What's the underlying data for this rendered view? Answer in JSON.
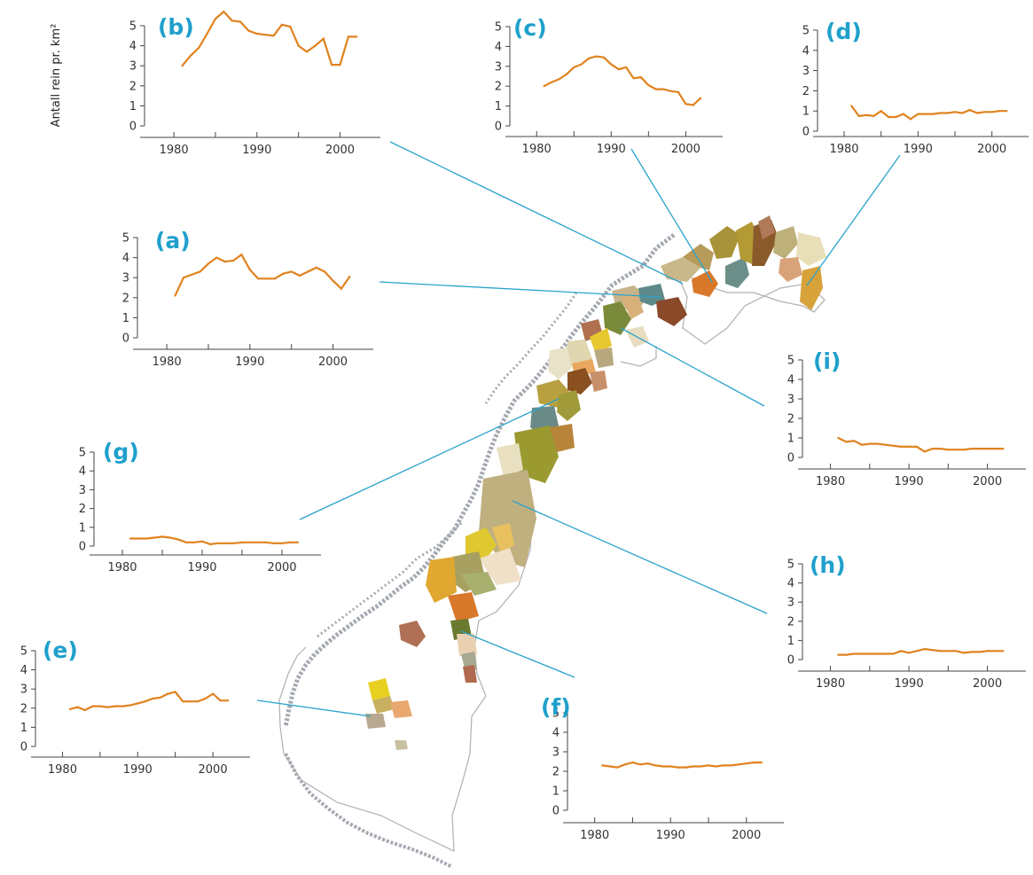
{
  "colors": {
    "line": "#e0821e",
    "label": "#1fa0cc",
    "leader": "#2aa3cc",
    "coast": "#a4a8b0",
    "border": "#b0b0b0"
  },
  "chart_data": [
    {
      "id": "a",
      "label": "(a)",
      "type": "line",
      "ylabel": "",
      "xlim": [
        1977,
        2004
      ],
      "ylim": [
        0,
        5
      ],
      "xticks": [
        1980,
        1990,
        2000
      ],
      "yticks": [
        0,
        1,
        2,
        3,
        4,
        5
      ],
      "x": [
        1981,
        1982,
        1984,
        1985,
        1986,
        1987,
        1988,
        1989,
        1990,
        1991,
        1993,
        1994,
        1995,
        1996,
        1997,
        1998,
        1999,
        2000,
        2001,
        2002
      ],
      "y": [
        2.1,
        3.0,
        3.3,
        3.7,
        4.0,
        3.8,
        3.85,
        4.15,
        3.4,
        2.95,
        2.95,
        3.2,
        3.3,
        3.1,
        3.3,
        3.5,
        3.3,
        2.85,
        2.45,
        3.05
      ]
    },
    {
      "id": "b",
      "label": "(b)",
      "type": "line",
      "ylabel": "Antall rein pr. km²",
      "xlim": [
        1977,
        2004
      ],
      "ylim": [
        0,
        5
      ],
      "xticks": [
        1980,
        1990,
        2000
      ],
      "yticks": [
        0,
        1,
        2,
        3,
        4,
        5
      ],
      "x": [
        1981,
        1982,
        1983,
        1984,
        1985,
        1986,
        1987,
        1988,
        1989,
        1990,
        1991,
        1992,
        1993,
        1994,
        1995,
        1996,
        1997,
        1998,
        1999,
        2000,
        2001,
        2002
      ],
      "y": [
        3.0,
        3.5,
        3.9,
        4.6,
        5.35,
        5.7,
        5.25,
        5.2,
        4.75,
        4.6,
        4.55,
        4.5,
        5.05,
        4.95,
        4.0,
        3.7,
        4.0,
        4.35,
        3.05,
        3.05,
        4.45,
        4.45
      ]
    },
    {
      "id": "c",
      "label": "(c)",
      "type": "line",
      "ylabel": "",
      "xlim": [
        1977,
        2004
      ],
      "ylim": [
        0,
        5
      ],
      "xticks": [
        1980,
        1990,
        2000
      ],
      "yticks": [
        0,
        1,
        2,
        3,
        4,
        5
      ],
      "x": [
        1981,
        1982,
        1983,
        1984,
        1985,
        1986,
        1987,
        1988,
        1989,
        1990,
        1991,
        1992,
        1993,
        1994,
        1995,
        1996,
        1997,
        1998,
        1999,
        2000,
        2001,
        2002
      ],
      "y": [
        2.0,
        2.2,
        2.35,
        2.6,
        2.95,
        3.1,
        3.4,
        3.5,
        3.45,
        3.1,
        2.85,
        2.95,
        2.4,
        2.45,
        2.05,
        1.85,
        1.85,
        1.75,
        1.7,
        1.1,
        1.05,
        1.4
      ]
    },
    {
      "id": "d",
      "label": "(d)",
      "type": "line",
      "ylabel": "",
      "xlim": [
        1977,
        2004
      ],
      "ylim": [
        0,
        5
      ],
      "xticks": [
        1980,
        1990,
        2000
      ],
      "yticks": [
        0,
        1,
        2,
        3,
        4,
        5
      ],
      "x": [
        1981,
        1982,
        1983,
        1984,
        1985,
        1986,
        1987,
        1988,
        1989,
        1990,
        1991,
        1992,
        1993,
        1994,
        1995,
        1996,
        1997,
        1998,
        1999,
        2000,
        2001,
        2002
      ],
      "y": [
        1.25,
        0.75,
        0.8,
        0.75,
        1.0,
        0.7,
        0.7,
        0.85,
        0.6,
        0.85,
        0.85,
        0.85,
        0.9,
        0.9,
        0.95,
        0.9,
        1.05,
        0.9,
        0.95,
        0.95,
        1.0,
        1.0
      ]
    },
    {
      "id": "e",
      "label": "(e)",
      "type": "line",
      "ylabel": "",
      "xlim": [
        1977,
        2004
      ],
      "ylim": [
        0,
        5
      ],
      "xticks": [
        1980,
        1990,
        2000
      ],
      "yticks": [
        0,
        1,
        2,
        3,
        4,
        5
      ],
      "x": [
        1981,
        1982,
        1983,
        1984,
        1985,
        1986,
        1987,
        1988,
        1989,
        1990,
        1991,
        1992,
        1993,
        1994,
        1995,
        1996,
        1997,
        1998,
        1999,
        2000,
        2001,
        2002
      ],
      "y": [
        1.95,
        2.05,
        1.9,
        2.1,
        2.1,
        2.05,
        2.1,
        2.1,
        2.15,
        2.25,
        2.35,
        2.5,
        2.55,
        2.75,
        2.85,
        2.35,
        2.35,
        2.35,
        2.5,
        2.75,
        2.4,
        2.4
      ]
    },
    {
      "id": "f",
      "label": "(f)",
      "type": "line",
      "ylabel": "",
      "xlim": [
        1977,
        2004
      ],
      "ylim": [
        0,
        5
      ],
      "xticks": [
        1980,
        1990,
        2000
      ],
      "yticks": [
        0,
        1,
        2,
        3,
        4,
        5
      ],
      "x": [
        1981,
        1982,
        1983,
        1984,
        1985,
        1986,
        1987,
        1988,
        1989,
        1990,
        1991,
        1992,
        1993,
        1994,
        1995,
        1996,
        1997,
        1998,
        1999,
        2000,
        2001,
        2002
      ],
      "y": [
        2.3,
        2.25,
        2.2,
        2.35,
        2.45,
        2.35,
        2.4,
        2.3,
        2.25,
        2.25,
        2.2,
        2.2,
        2.25,
        2.25,
        2.3,
        2.25,
        2.3,
        2.3,
        2.35,
        2.4,
        2.45,
        2.45
      ]
    },
    {
      "id": "g",
      "label": "(g)",
      "type": "line",
      "ylabel": "",
      "xlim": [
        1977,
        2004
      ],
      "ylim": [
        0,
        5
      ],
      "xticks": [
        1980,
        1990,
        2000
      ],
      "yticks": [
        0,
        1,
        2,
        3,
        4,
        5
      ],
      "x": [
        1981,
        1982,
        1983,
        1984,
        1985,
        1986,
        1987,
        1988,
        1989,
        1990,
        1991,
        1992,
        1993,
        1994,
        1995,
        1996,
        1997,
        1998,
        1999,
        2000,
        2001,
        2002
      ],
      "y": [
        0.4,
        0.4,
        0.4,
        0.45,
        0.5,
        0.45,
        0.35,
        0.2,
        0.2,
        0.25,
        0.1,
        0.15,
        0.15,
        0.15,
        0.2,
        0.2,
        0.2,
        0.2,
        0.15,
        0.15,
        0.2,
        0.2
      ]
    },
    {
      "id": "h",
      "label": "(h)",
      "type": "line",
      "ylabel": "",
      "xlim": [
        1977,
        2004
      ],
      "ylim": [
        0,
        5
      ],
      "xticks": [
        1980,
        1990,
        2000
      ],
      "yticks": [
        0,
        1,
        2,
        3,
        4,
        5
      ],
      "x": [
        1981,
        1982,
        1983,
        1984,
        1985,
        1986,
        1987,
        1988,
        1989,
        1990,
        1991,
        1992,
        1993,
        1994,
        1995,
        1996,
        1997,
        1998,
        1999,
        2000,
        2001,
        2002
      ],
      "y": [
        0.25,
        0.25,
        0.3,
        0.3,
        0.3,
        0.3,
        0.3,
        0.3,
        0.45,
        0.35,
        0.45,
        0.55,
        0.5,
        0.45,
        0.45,
        0.45,
        0.35,
        0.4,
        0.4,
        0.45,
        0.45,
        0.45
      ]
    },
    {
      "id": "i",
      "label": "(i)",
      "type": "line",
      "ylabel": "",
      "xlim": [
        1977,
        2004
      ],
      "ylim": [
        0,
        5
      ],
      "xticks": [
        1980,
        1990,
        2000
      ],
      "yticks": [
        0,
        1,
        2,
        3,
        4,
        5
      ],
      "x": [
        1981,
        1982,
        1983,
        1984,
        1985,
        1986,
        1987,
        1988,
        1989,
        1990,
        1991,
        1992,
        1993,
        1994,
        1995,
        1996,
        1997,
        1998,
        1999,
        2000,
        2001,
        2002
      ],
      "y": [
        1.0,
        0.8,
        0.85,
        0.65,
        0.7,
        0.7,
        0.65,
        0.6,
        0.55,
        0.55,
        0.55,
        0.3,
        0.45,
        0.45,
        0.4,
        0.4,
        0.4,
        0.45,
        0.45,
        0.45,
        0.45,
        0.45
      ]
    }
  ]
}
